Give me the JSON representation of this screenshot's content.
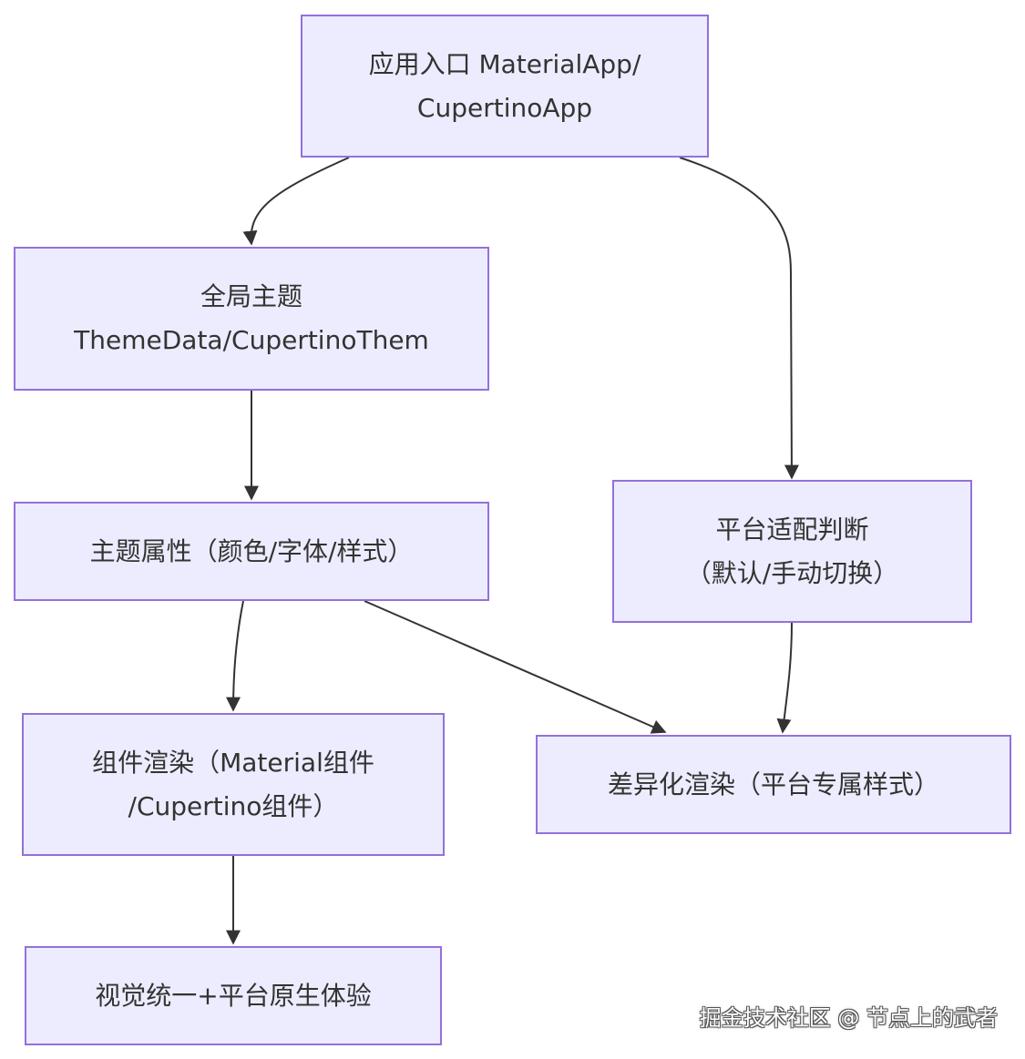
{
  "nodes": {
    "app_entry": "应用入口 MaterialApp/\nCupertinoApp",
    "global_theme": "全局主题\nThemeData/CupertinoThem",
    "theme_props": "主题属性（颜色/字体/样式）",
    "platform_adapt": "平台适配判断\n（默认/手动切换）",
    "component_render": "组件渲染（Material组件\n/Cupertino组件）",
    "diff_render": "差异化渲染（平台专属样式）",
    "final": "视觉统一+平台原生体验"
  },
  "watermark": "掘金技术社区 @ 节点上的武者",
  "colors": {
    "node_fill": "#ececfe",
    "node_border": "#9470db",
    "edge": "#333333",
    "text": "#333333"
  }
}
